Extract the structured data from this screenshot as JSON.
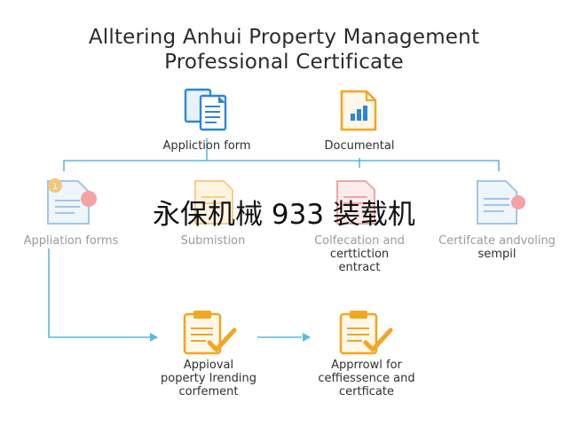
{
  "diagram": {
    "title_line1": "Alltering Anhui Property Management",
    "title_line2": "Professional Certificate",
    "top_nodes": [
      {
        "label": "Appliction form",
        "icon": "documents-icon"
      },
      {
        "label": "Documental",
        "icon": "chart-document-icon"
      }
    ],
    "middle_nodes": [
      {
        "label": "Appliation forms",
        "icon": "application-form-icon",
        "badge": "1"
      },
      {
        "label": "Submistion",
        "icon": "submission-icon"
      },
      {
        "label_line1": "Colfecation and",
        "label_line2": "certtiction",
        "label_line3": "entract",
        "icon": "verification-icon"
      },
      {
        "label_line1": "Certifcate andvoling",
        "label_line2": "sempil",
        "icon": "certificate-sample-icon"
      }
    ],
    "bottom_nodes": [
      {
        "label_line1": "Appioval",
        "label_line2": "poperty lrending",
        "label_line3": "corfement",
        "icon": "approval-clipboard-icon"
      },
      {
        "label_line1": "Apprrowl for",
        "label_line2": "ceffiessence and",
        "label_line3": "certficate",
        "icon": "certificate-clipboard-icon"
      }
    ],
    "colors": {
      "connector": "#5bb8d9",
      "doc_blue": "#2d86d9",
      "doc_orange": "#f2a623",
      "badge_red": "#e85a5a"
    }
  },
  "overlay": {
    "watermark_text": "永保机械 933 装载机"
  }
}
